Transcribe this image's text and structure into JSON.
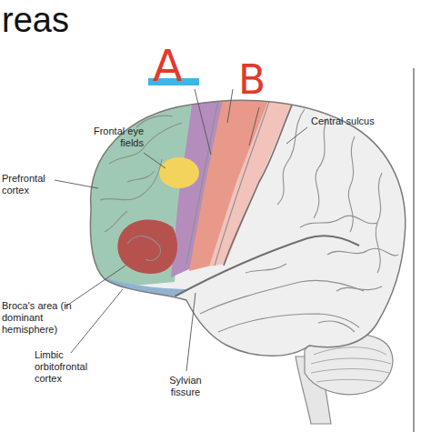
{
  "diagram": {
    "title": "reas",
    "labels": [
      "A",
      "B",
      "Frontal eye fields",
      "Central sulcus",
      "Prefrontal cortex",
      "Broca's area (in dominant hemisphere)",
      "Limbic orbitofrontal cortex",
      "Sylvian fissure"
    ]
  }
}
